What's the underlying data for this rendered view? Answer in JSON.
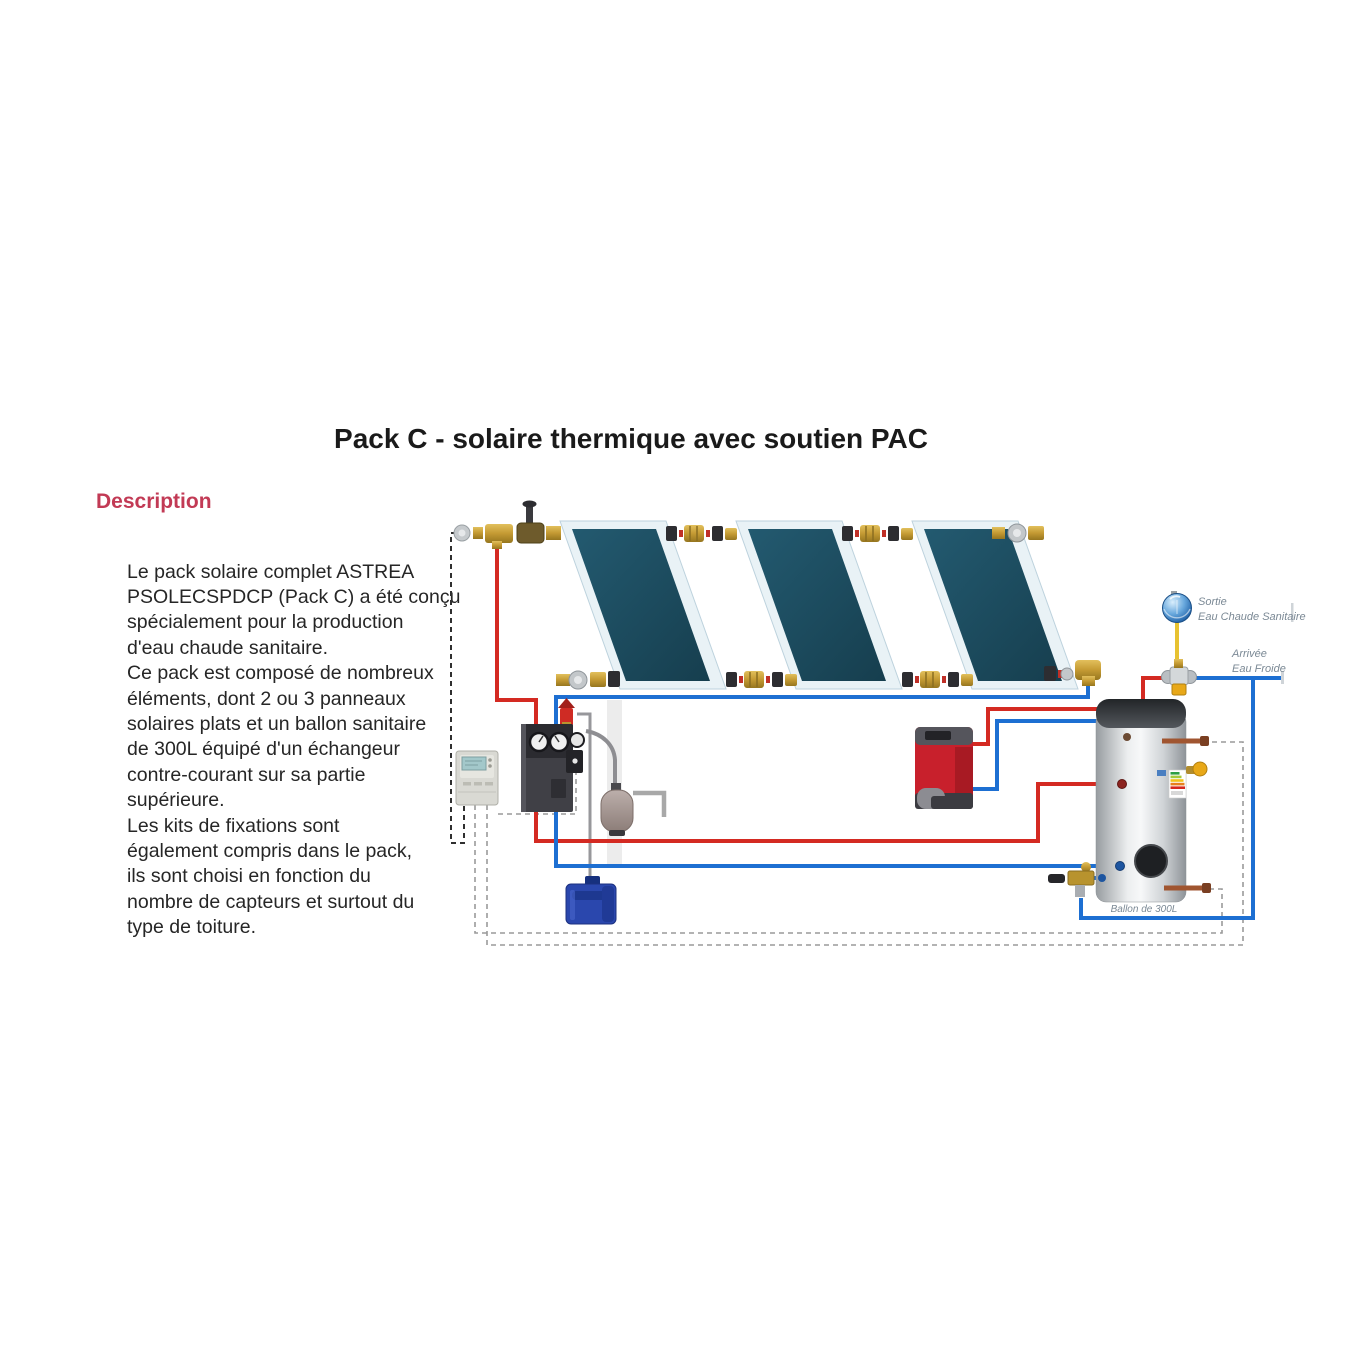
{
  "page": {
    "title": "Pack C - solaire thermique avec soutien PAC",
    "section_heading": "Description",
    "description": "Le pack solaire complet ASTREA\nPSOLECSPDCP (Pack C) a été conçu\nspécialement pour la production\nd'eau chaude sanitaire.\nCe pack est composé de nombreux\néléments, dont 2 ou 3 panneaux\nsolaires plats et un ballon sanitaire\nde 300L équipé d'un échangeur\ncontre-courant sur sa partie\nsupérieure.\nLes kits de fixations sont\négalement compris dans le pack,\nils sont choisi en fonction du\nnombre de capteurs et surtout du\ntype de toiture."
  },
  "diagram": {
    "labels": {
      "hot_water_outlet": "Sortie\nEau Chaude Sanitaire",
      "cold_water_inlet": "Arrivée\nEau Froide",
      "tank_caption": "Ballon de 300L"
    },
    "colors": {
      "heading_accent": "#c23a55",
      "hot_pipe_red": "#d42a22",
      "cold_pipe_blue": "#1d6fd2",
      "mixed_water_yellow": "#e7c231",
      "solar_panel": "#1d4d61",
      "sensor_wire": "#999999",
      "heat_pump_red": "#c8202c"
    },
    "components": [
      "solar-panel-1",
      "solar-panel-2",
      "solar-panel-3",
      "roof-fittings",
      "differential-controller",
      "solar-pump-station",
      "expansion-vessel",
      "glycol-canister",
      "heat-pump",
      "storage-tank-300l",
      "thermostatic-ball-valve",
      "safety-group-valve",
      "immersion-sensors"
    ]
  }
}
